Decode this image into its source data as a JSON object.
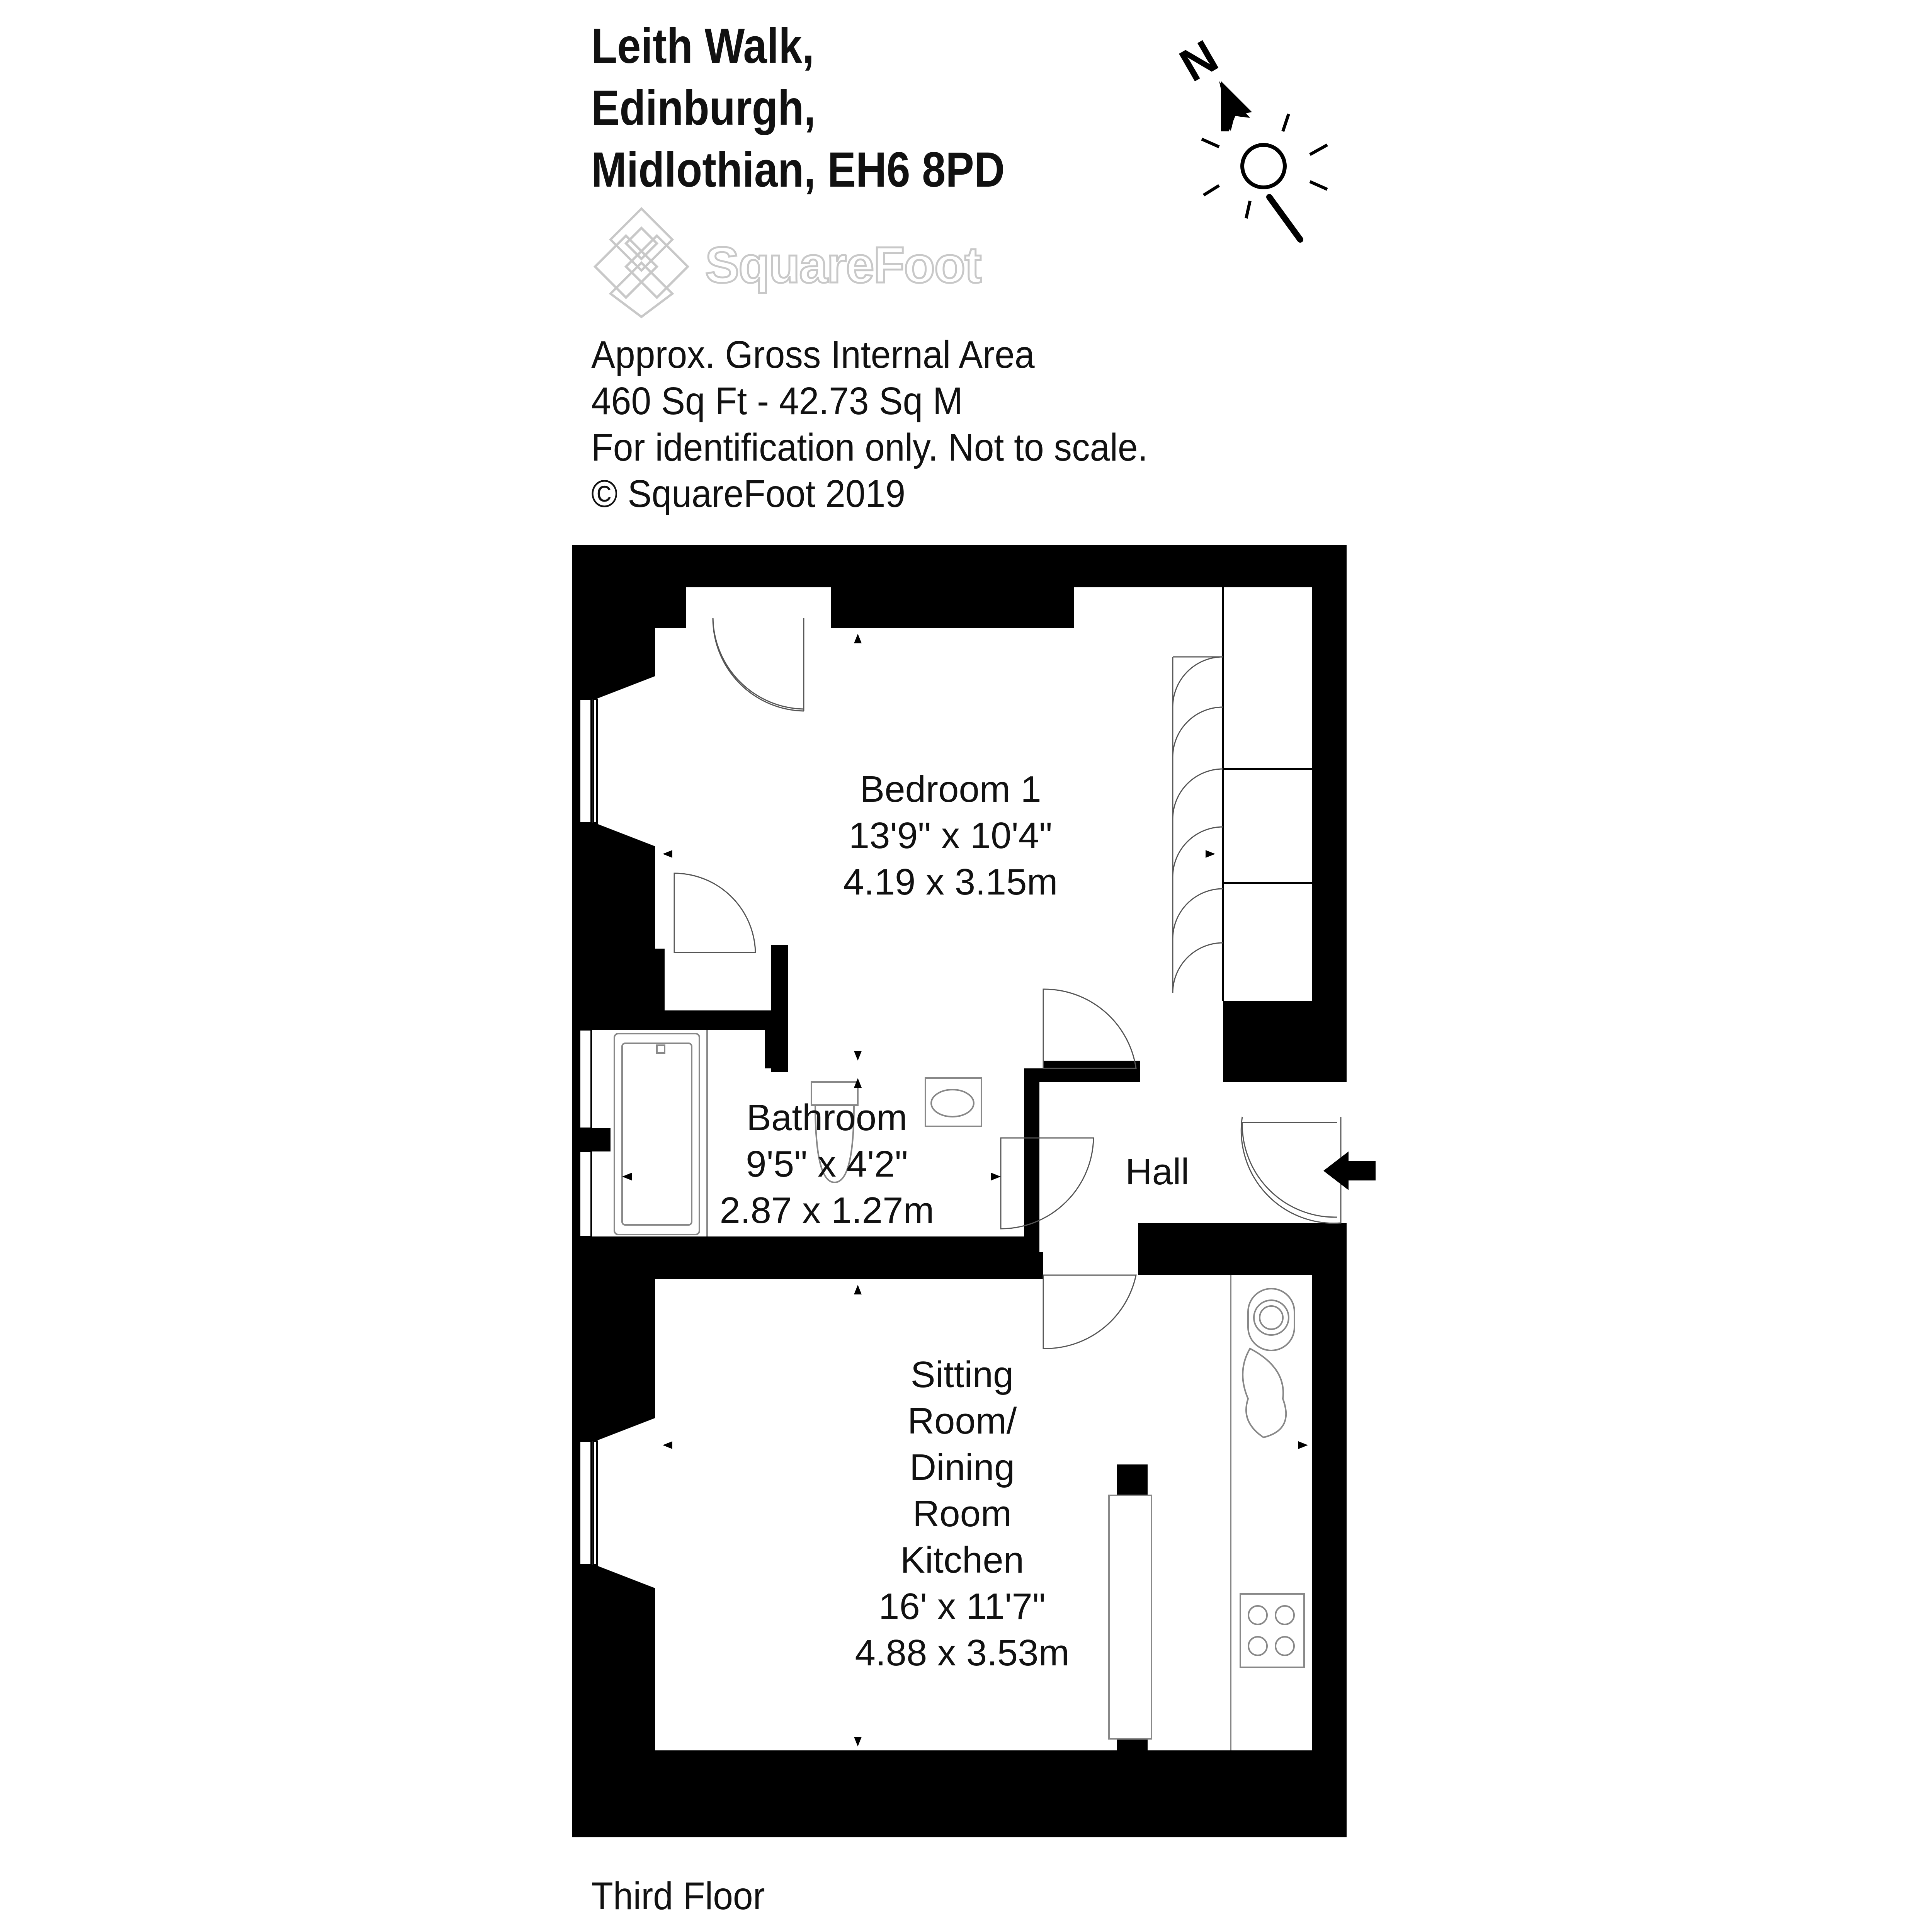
{
  "address": {
    "line1": "Leith Walk,",
    "line2": "Edinburgh,",
    "line3": "Midlothian, EH6 8PD"
  },
  "logo": {
    "text": "SquareFoot",
    "color": "#c8c8c8"
  },
  "info": {
    "line1": "Approx. Gross Internal Area",
    "line2": "460 Sq Ft  -  42.73 Sq M",
    "line3": "For identification only. Not to scale.",
    "line4": "© SquareFoot 2019"
  },
  "compass": {
    "label": "N",
    "icon": "north-arrow-sun-icon"
  },
  "rooms": {
    "bedroom": {
      "name": "Bedroom 1",
      "imperial": "13'9\" x 10'4\"",
      "metric": "4.19 x 3.15m"
    },
    "bathroom": {
      "name": "Bathroom",
      "imperial": "9'5\" x 4'2\"",
      "metric": "2.87 x 1.27m"
    },
    "hall": {
      "name": "Hall"
    },
    "sitting": {
      "name1": "Sitting",
      "name2": "Room/",
      "name3": "Dining",
      "name4": "Room",
      "name5": "Kitchen",
      "imperial": "16' x 11'7\"",
      "metric": "4.88 x 3.53m"
    }
  },
  "floor_label": "Third Floor",
  "colors": {
    "wall": "#000000",
    "fixture": "#888888",
    "background": "#ffffff"
  }
}
